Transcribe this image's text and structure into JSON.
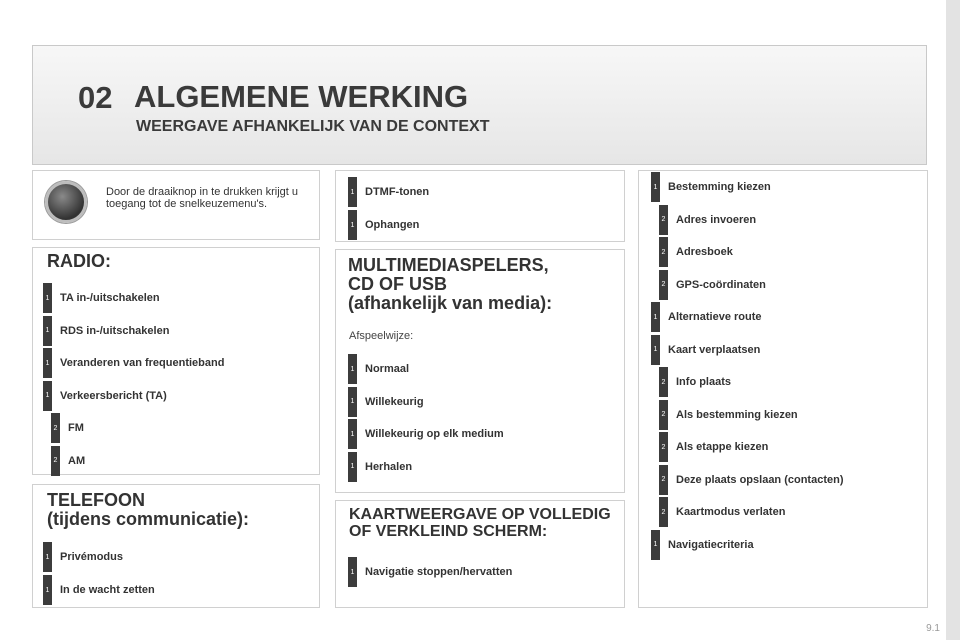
{
  "header": {
    "chapter": "02",
    "title": "ALGEMENE WERKING",
    "subtitle": "WEERGAVE AFHANKELIJK VAN DE CONTEXT"
  },
  "knob": {
    "text": "Door de draaiknop in te drukken krijgt u toegang tot de snelkeuzemenu's."
  },
  "radio": {
    "heading": "RADIO:",
    "items": [
      {
        "level": "1",
        "label": "TA in-/uitschakelen"
      },
      {
        "level": "1",
        "label": "RDS in-/uitschakelen"
      },
      {
        "level": "1",
        "label": "Veranderen van frequentieband"
      },
      {
        "level": "1",
        "label": "Verkeersbericht (TA)"
      },
      {
        "level": "2",
        "label": "FM"
      },
      {
        "level": "2",
        "label": "AM"
      }
    ]
  },
  "telefoon": {
    "heading_line1": "TELEFOON",
    "heading_line2": "(tijdens communicatie):",
    "items": [
      {
        "level": "1",
        "label": "Privémodus"
      },
      {
        "level": "1",
        "label": "In de wacht zetten"
      }
    ]
  },
  "dtmf": {
    "items": [
      {
        "level": "1",
        "label": "DTMF-tonen"
      },
      {
        "level": "1",
        "label": "Ophangen"
      }
    ]
  },
  "multimedia": {
    "heading_line1": "MULTIMEDIASPELERS,",
    "heading_line2": "CD OF USB",
    "heading_line3": "(afhankelijk van media):",
    "sub": "Afspeelwijze:",
    "items": [
      {
        "level": "1",
        "label": "Normaal"
      },
      {
        "level": "1",
        "label": "Willekeurig"
      },
      {
        "level": "1",
        "label": "Willekeurig op elk medium"
      },
      {
        "level": "1",
        "label": "Herhalen"
      }
    ]
  },
  "kaart": {
    "heading_line1": "KAARTWEERGAVE OP VOLLEDIG",
    "heading_line2": "OF VERKLEIND SCHERM:",
    "items": [
      {
        "level": "1",
        "label": "Navigatie stoppen/hervatten"
      }
    ]
  },
  "navigatie": {
    "items": [
      {
        "level": "1",
        "label": "Bestemming kiezen"
      },
      {
        "level": "2",
        "label": "Adres invoeren"
      },
      {
        "level": "2",
        "label": "Adresboek"
      },
      {
        "level": "2",
        "label": "GPS-coördinaten"
      },
      {
        "level": "1",
        "label": "Alternatieve route"
      },
      {
        "level": "1",
        "label": "Kaart verplaatsen"
      },
      {
        "level": "2",
        "label": "Info plaats"
      },
      {
        "level": "2",
        "label": "Als bestemming kiezen"
      },
      {
        "level": "2",
        "label": "Als etappe kiezen"
      },
      {
        "level": "2",
        "label": "Deze plaats opslaan (contacten)"
      },
      {
        "level": "2",
        "label": "Kaartmodus verlaten"
      },
      {
        "level": "1",
        "label": "Navigatiecriteria"
      }
    ]
  },
  "page_number": "9.1"
}
